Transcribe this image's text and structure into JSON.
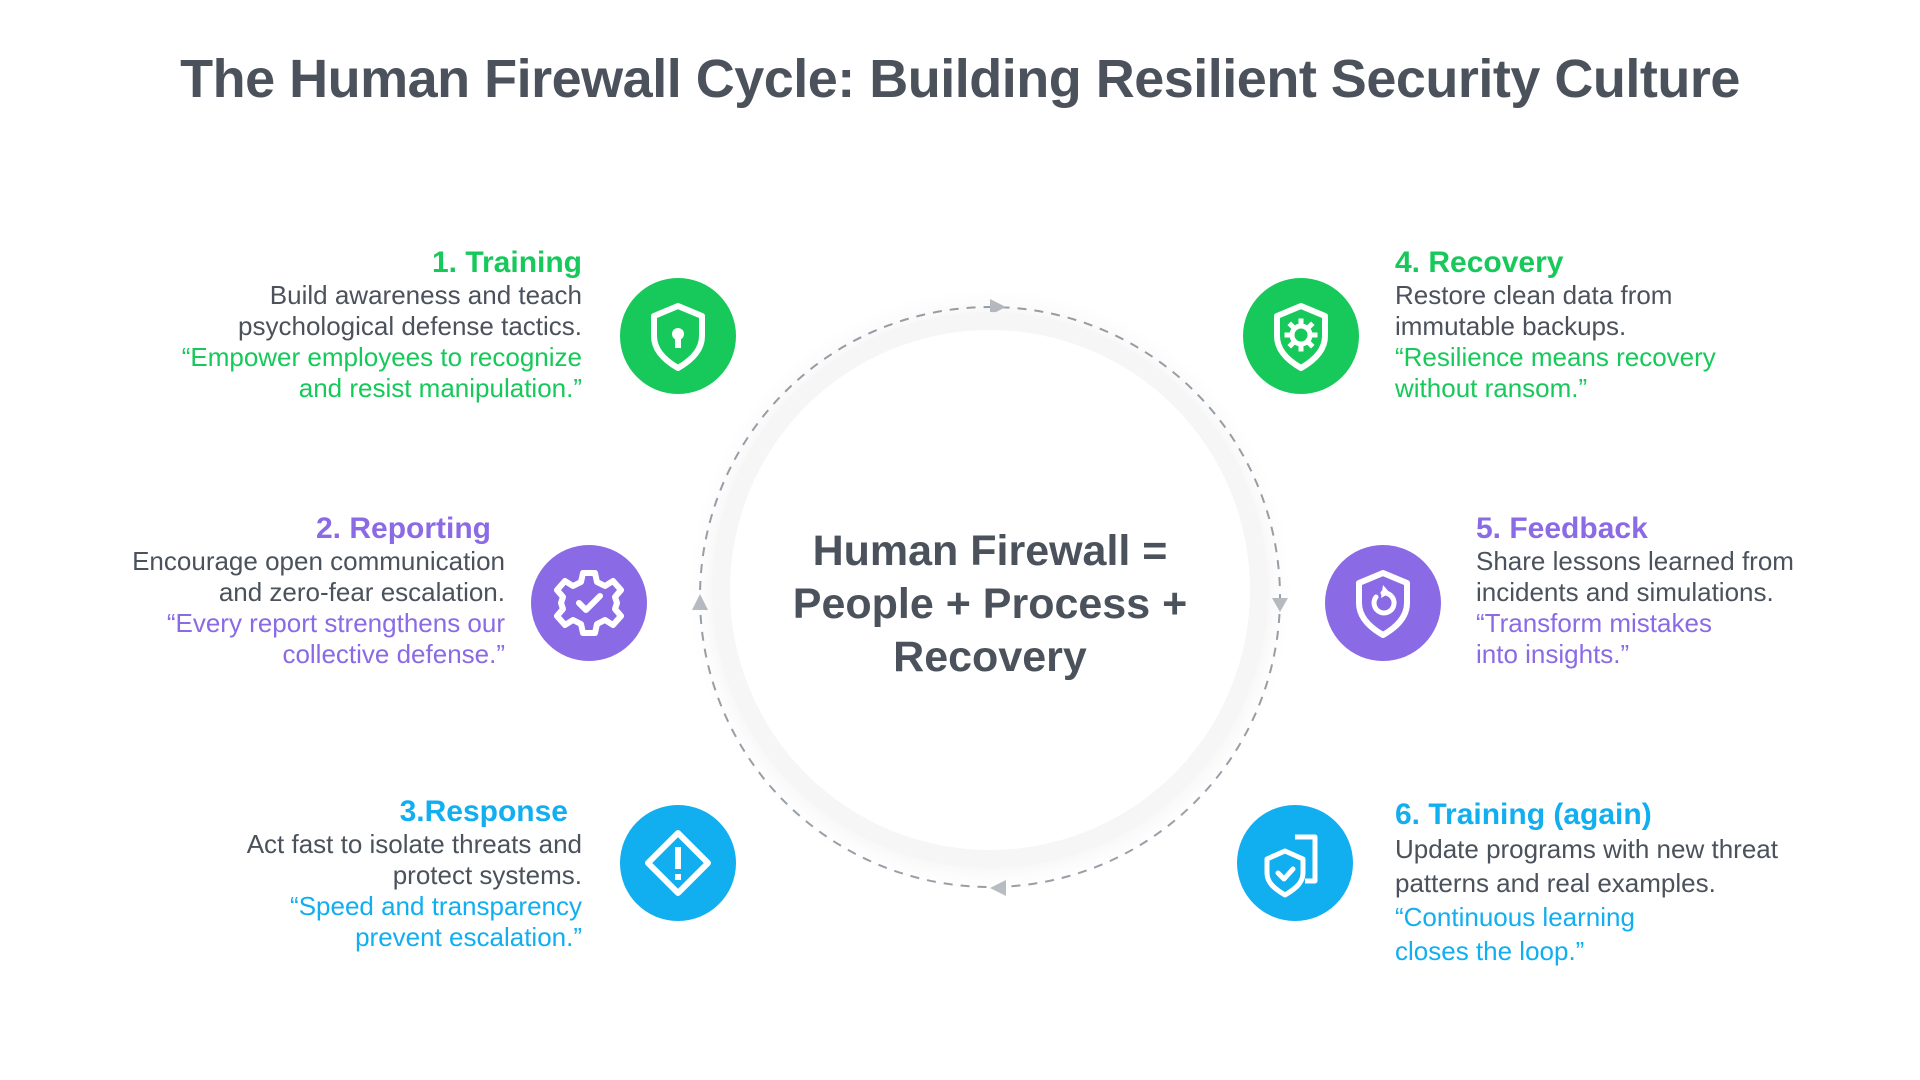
{
  "title": "The Human Firewall Cycle: Building Resilient Security Culture",
  "center": {
    "line1": "Human Firewall =",
    "line2": "People + Process +",
    "line3": "Recovery"
  },
  "colors": {
    "green": "#16c95a",
    "purple": "#8b6ae6",
    "blue": "#11aef0",
    "text": "#4b525c",
    "ring": "#9aa0a8"
  },
  "steps": [
    {
      "heading": "1. Training",
      "desc1": "Build awareness and teach",
      "desc2": "psychological defense tactics.",
      "quote1": "“Empower employees to recognize",
      "quote2": "and resist manipulation.”",
      "icon": "shield-lock-icon"
    },
    {
      "heading": "2. Reporting",
      "desc1": "Encourage open communication",
      "desc2": "and zero-fear escalation.",
      "quote1": "“Every report strengthens our",
      "quote2": "collective defense.”",
      "icon": "gear-check-icon"
    },
    {
      "heading": "3.Response",
      "desc1": "Act fast to isolate threats and",
      "desc2": "protect systems.",
      "quote1": "“Speed and transparency",
      "quote2": "prevent escalation.”",
      "icon": "diamond-alert-icon"
    },
    {
      "heading": "4. Recovery",
      "desc1": "Restore clean data from",
      "desc2": "immutable backups.",
      "quote1": "“Resilience means recovery",
      "quote2": "without ransom.”",
      "icon": "shield-gear-icon"
    },
    {
      "heading": "5. Feedback",
      "desc1": "Share lessons learned from",
      "desc2": "incidents and simulations.",
      "quote1": "“Transform mistakes",
      "quote2": "into insights.”",
      "icon": "shield-refresh-icon"
    },
    {
      "heading": "6. Training (again)",
      "desc1": "Update programs with new threat",
      "desc2": "patterns and real examples.",
      "quote1": "“Continuous learning",
      "quote2": "closes the loop.”",
      "icon": "shield-check-document-icon"
    }
  ]
}
